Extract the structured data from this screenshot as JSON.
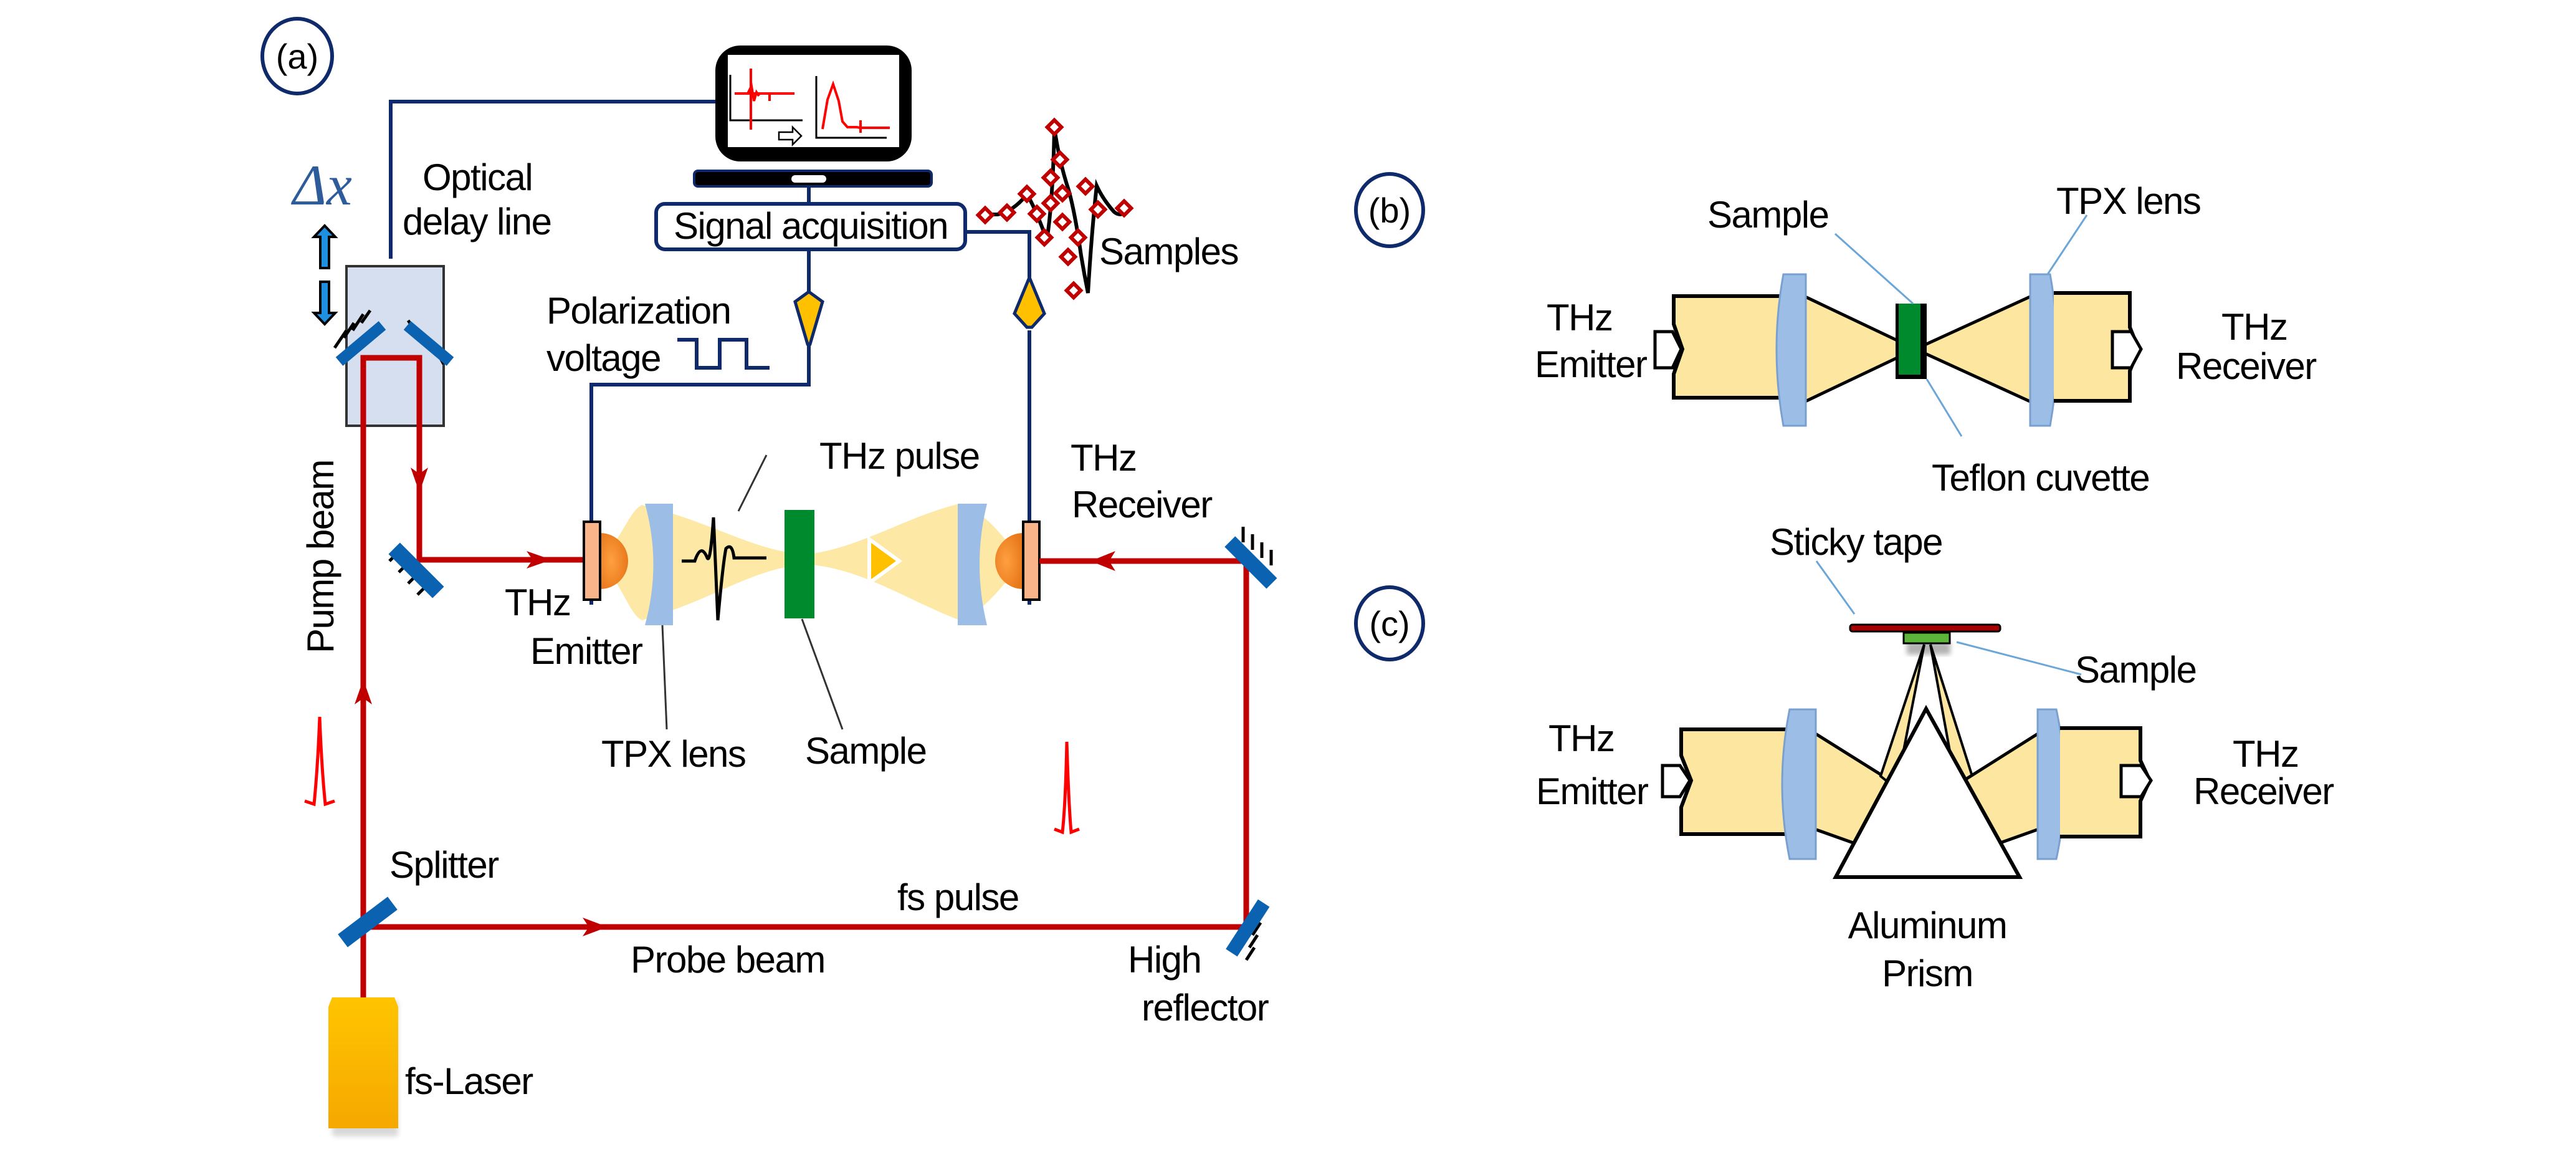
{
  "figure": {
    "panels": {
      "a": {
        "label": "(a)",
        "delta_x": "Δx",
        "optical_delay_line": [
          "Optical",
          "delay line"
        ],
        "signal_acquisition": "Signal acquisition",
        "samples": "Samples",
        "polarization_voltage": [
          "Polarization",
          "voltage"
        ],
        "thz_pulse": "THz pulse",
        "thz_receiver": [
          "THz",
          "Receiver"
        ],
        "thz_emitter": [
          "THz",
          "Emitter"
        ],
        "tpx_lens": "TPX lens",
        "sample": "Sample",
        "pump_beam": "Pump beam",
        "splitter": "Splitter",
        "fs_pulse": "fs pulse",
        "probe_beam": "Probe beam",
        "high_reflector": [
          "High",
          "reflector"
        ],
        "fs_laser": "fs-Laser"
      },
      "b": {
        "label": "(b)",
        "sample": "Sample",
        "tpx_lens": "TPX lens",
        "thz_emitter": [
          "THz",
          "Emitter"
        ],
        "thz_receiver": [
          "THz",
          "Receiver"
        ],
        "teflon_cuvette": "Teflon cuvette"
      },
      "c": {
        "label": "(c)",
        "sticky_tape": "Sticky tape",
        "sample": "Sample",
        "thz_emitter": [
          "THz",
          "Emitter"
        ],
        "thz_receiver": [
          "THz",
          "Receiver"
        ],
        "aluminum_prism": [
          "Aluminum",
          "Prism"
        ]
      }
    },
    "colors": {
      "laser_beam": "#c00000",
      "pulse_trace": "#ff0000",
      "wire": "#0f2a6b",
      "mirror": "#0a62b0",
      "thz_beam": "#fde7a0",
      "lens": "#9bbde6",
      "sample_green": "#008a2e",
      "laser_body": "#ffc000",
      "antenna": "#f9b48a",
      "antenna_dome": "#f08a2c",
      "delay_stage": "#d6dff0",
      "tape": "#a80000",
      "sample_c": "#5cb43a",
      "panel_circle": "#0f2a6b"
    }
  }
}
